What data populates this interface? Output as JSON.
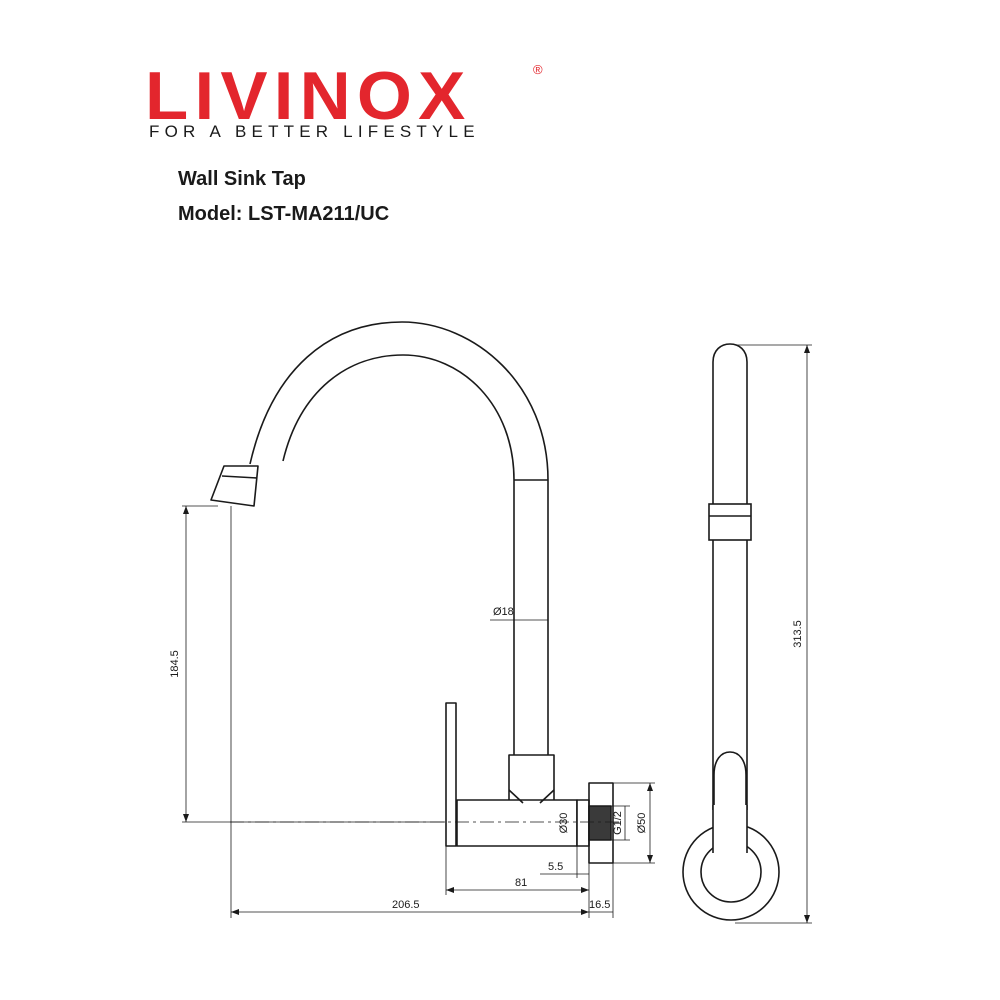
{
  "brand": {
    "name": "LIVINOX",
    "registered_mark": "®",
    "tagline": "FOR A BETTER LIFESTYLE",
    "color": "#e3262d"
  },
  "product": {
    "name": "Wall Sink Tap",
    "model": "Model: LST-MA211/UC"
  },
  "dimensions": {
    "height_spout": "184.5",
    "pipe_diameter": "Ø18",
    "body_diameter": "Ø30",
    "thread": "G1/2",
    "flange_diameter": "Ø50",
    "offset": "5.5",
    "body_length": "81",
    "reach": "206.5",
    "flange_depth": "16.5",
    "total_height": "313.5"
  }
}
